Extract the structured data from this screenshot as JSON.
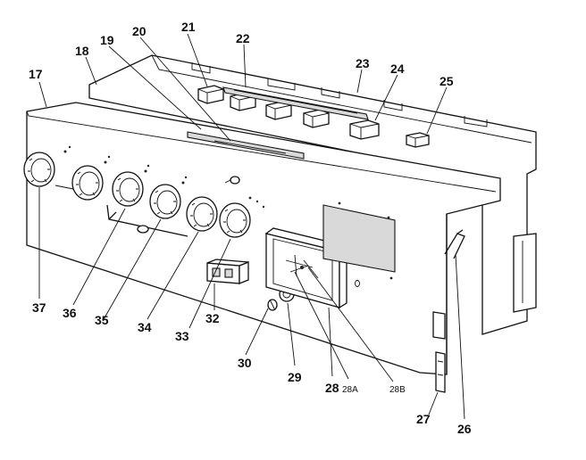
{
  "callouts": {
    "c17": "17",
    "c18": "18",
    "c19": "19",
    "c20": "20",
    "c21": "21",
    "c22": "22",
    "c23": "23",
    "c24": "24",
    "c25": "25",
    "c26": "26",
    "c27": "27",
    "c28": "28",
    "c28a": "28A",
    "c28b": "28B",
    "c29": "29",
    "c30": "30",
    "c32": "32",
    "c33": "33",
    "c34": "34",
    "c35": "35",
    "c36": "36",
    "c37": "37"
  },
  "colors": {
    "ink": "#111111",
    "paper": "#ffffff",
    "shade": "#d9d9d9"
  }
}
